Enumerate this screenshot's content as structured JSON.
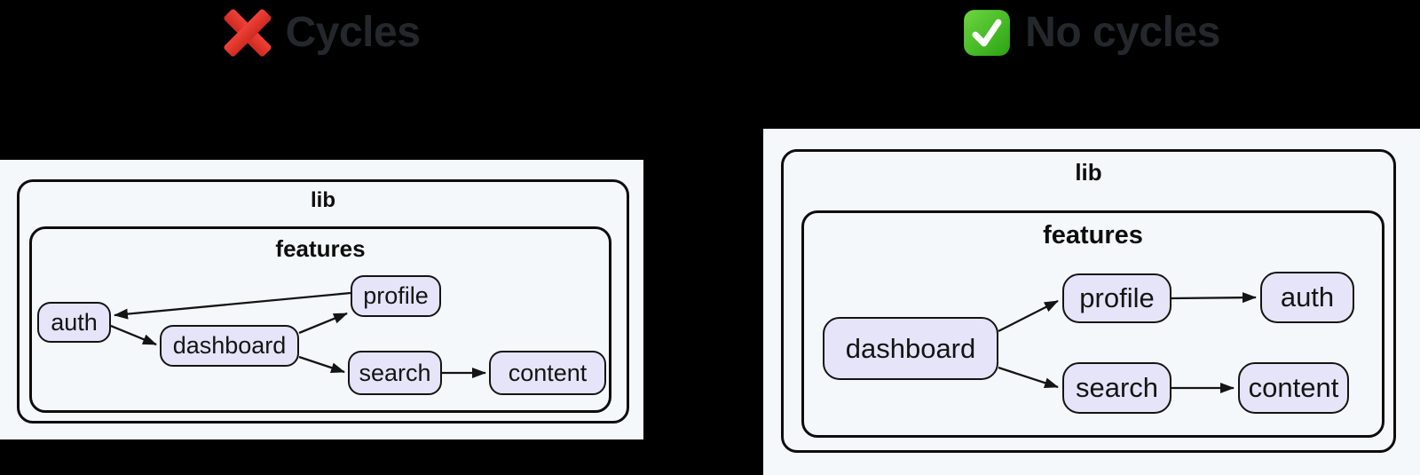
{
  "titles": {
    "left": {
      "icon": "cross-mark",
      "label": "Cycles"
    },
    "right": {
      "icon": "check-mark",
      "label": "No cycles"
    }
  },
  "diagrams": {
    "left": {
      "outer_label": "lib",
      "inner_label": "features",
      "nodes": [
        {
          "id": "auth",
          "label": "auth"
        },
        {
          "id": "dashboard",
          "label": "dashboard"
        },
        {
          "id": "profile",
          "label": "profile"
        },
        {
          "id": "search",
          "label": "search"
        },
        {
          "id": "content",
          "label": "content"
        }
      ],
      "edges": [
        {
          "from": "auth",
          "to": "dashboard"
        },
        {
          "from": "dashboard",
          "to": "profile"
        },
        {
          "from": "profile",
          "to": "auth"
        },
        {
          "from": "dashboard",
          "to": "search"
        },
        {
          "from": "search",
          "to": "content"
        }
      ]
    },
    "right": {
      "outer_label": "lib",
      "inner_label": "features",
      "nodes": [
        {
          "id": "dashboard",
          "label": "dashboard"
        },
        {
          "id": "profile",
          "label": "profile"
        },
        {
          "id": "auth",
          "label": "auth"
        },
        {
          "id": "search",
          "label": "search"
        },
        {
          "id": "content",
          "label": "content"
        }
      ],
      "edges": [
        {
          "from": "dashboard",
          "to": "profile"
        },
        {
          "from": "profile",
          "to": "auth"
        },
        {
          "from": "dashboard",
          "to": "search"
        },
        {
          "from": "search",
          "to": "content"
        }
      ]
    }
  },
  "colors": {
    "background": "#000000",
    "panel_background": "#f5f8fa",
    "node_fill": "#e6e4f8",
    "node_border": "#141414",
    "box_border": "#0d0d0d",
    "title_text": "#24282d",
    "cross_red": "#e0362c",
    "check_green": "#3db822"
  }
}
